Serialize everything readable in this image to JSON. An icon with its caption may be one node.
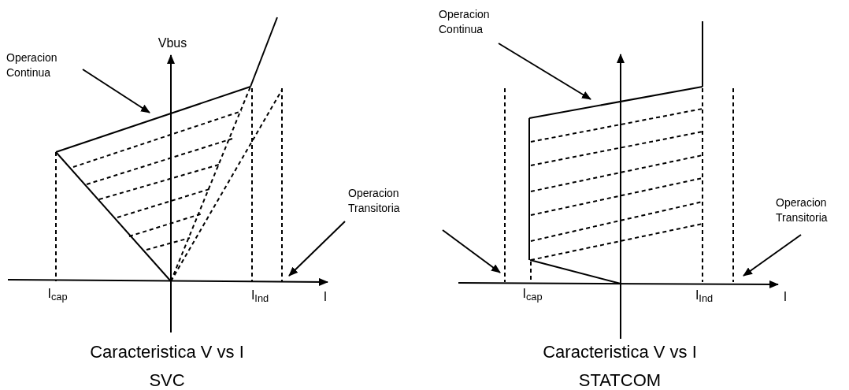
{
  "diagram": {
    "nodes": [
      {
        "text": [
          "Operacion Continua"
        ]
      },
      {
        "text": [
          "Operacion Transitoria"
        ]
      },
      {
        "text": [
          "Operacion Continua"
        ]
      },
      {
        "text": [
          "Operacion Transitoria"
        ]
      }
    ],
    "edges": [
      {
        "from": 0,
        "to": null,
        "arrow": "to"
      },
      {
        "from": 1,
        "to": null,
        "arrow": "to"
      },
      {
        "from": 2,
        "to": null,
        "arrow": "to"
      },
      {
        "from": 3,
        "to": null,
        "arrow": "to"
      }
    ],
    "labels": [
      "Vbus",
      "I$_{cap}$",
      "I$_{Ind}$",
      "I",
      "Caracteristica V vs I",
      "SVC",
      "I$_{cap}$",
      "I$_{Ind}$",
      "I",
      "Caracteristica V vs I",
      "STATCOM"
    ]
  }
}
